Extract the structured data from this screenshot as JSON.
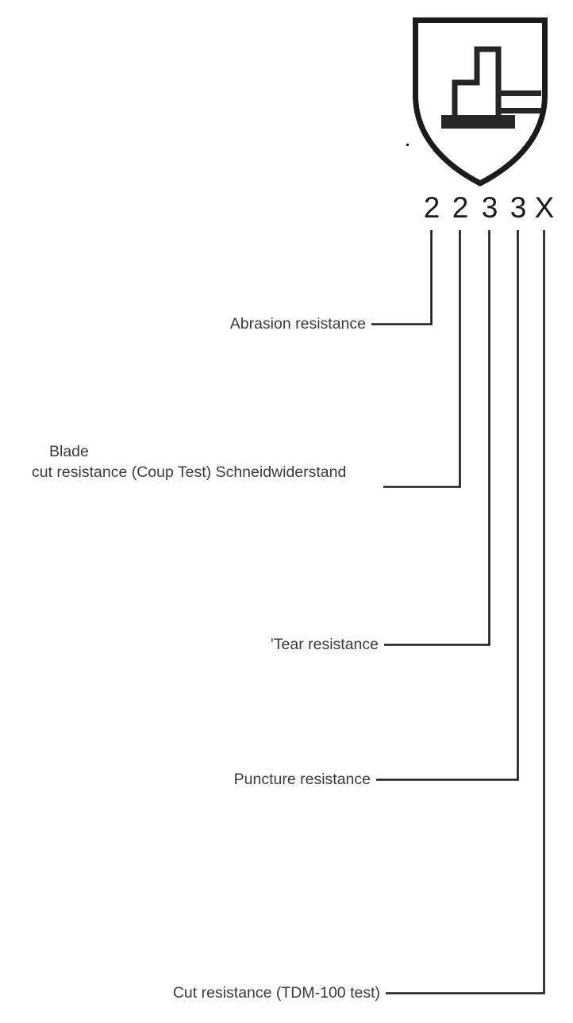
{
  "pictogram": {
    "name": "en388-mechanical-hazard-shield",
    "description": "Shield with thumb-up hand and blade lines",
    "stroke_color": "#1b1b1b",
    "fill_color": "#ffffff",
    "bar_color": "#262626"
  },
  "rating": {
    "label": "performance-levels",
    "digits": [
      "2",
      "2",
      "3",
      "3",
      "X"
    ]
  },
  "callouts": [
    {
      "id": "abrasion",
      "text": "Abrasion resistance",
      "value": "2"
    },
    {
      "id": "blade-cut",
      "line1": "Blade",
      "line2": "cut resistance (Coup Test) Schneidwiderstand",
      "value": "2"
    },
    {
      "id": "tear",
      "text": "'Tear resistance",
      "value": "3"
    },
    {
      "id": "puncture",
      "text": "Puncture resistance",
      "value": "3"
    },
    {
      "id": "tdm-cut",
      "text": "Cut resistance (TDM-100 test)",
      "value": "X"
    }
  ],
  "colors": {
    "ink": "#1b1b1b",
    "text": "#3a3a3a",
    "leader": "#1b1b1b",
    "background": "#ffffff"
  }
}
